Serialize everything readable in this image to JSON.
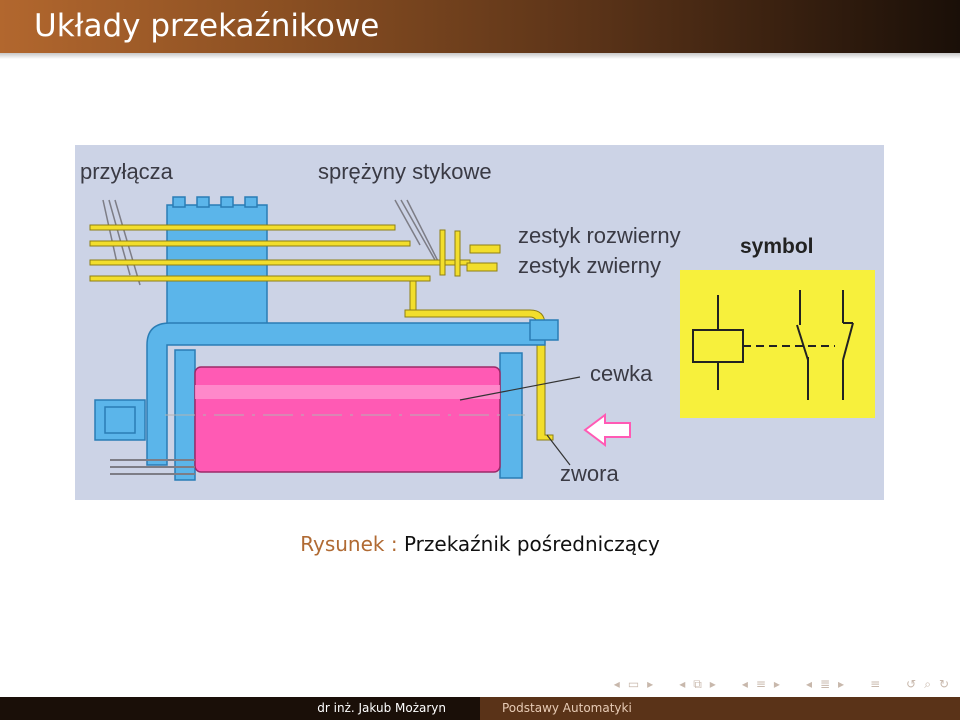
{
  "slide": {
    "title": "Układy przekaźnikowe"
  },
  "figure": {
    "labels": {
      "terminals": "przyłącza",
      "springs": "sprężyny stykowe",
      "nc_contact": "zestyk rozwierny",
      "no_contact": "zestyk zwierny",
      "symbol": "symbol",
      "coil": "cewka",
      "armature": "zwora"
    }
  },
  "caption": {
    "label": "Rysunek :",
    "text": "Przekaźnik pośredniczący"
  },
  "footer": {
    "author": "dr inż. Jakub Możaryn",
    "course": "Podstawy Automatyki"
  },
  "nav": {
    "icons": [
      "nav-left-arrow",
      "nav-frame",
      "nav-right-arrow",
      "nav-left-arrow",
      "nav-subsection",
      "nav-right-arrow",
      "nav-left-arrow",
      "nav-section",
      "nav-right-arrow",
      "nav-left-arrow",
      "nav-doc",
      "nav-right-arrow",
      "nav-align",
      "nav-back",
      "nav-search",
      "nav-forward"
    ]
  },
  "colors": {
    "title_gradient_start": "#b2672e",
    "title_gradient_end": "#1a0f08",
    "footer_left": "#1a0f08",
    "footer_right": "#5a3318",
    "caption_label": "#b06a33",
    "figure_bg": "#ccd3e6",
    "coil": "#ff5ab4",
    "frame": "#5bb5ea",
    "springs": "#f2de2c",
    "symbol_bg": "#f7f03c"
  }
}
